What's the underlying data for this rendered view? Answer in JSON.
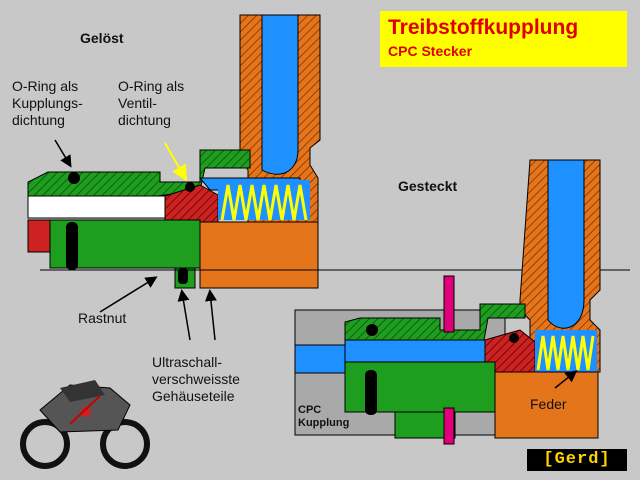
{
  "title": {
    "main": "Treibstoffkupplung",
    "sub": "CPC Stecker"
  },
  "labels": {
    "geloest": "Gelöst",
    "gesteckt": "Gesteckt",
    "oring_kupplung": "O-Ring als\nKupplungs-\ndichtung",
    "oring_ventil": "O-Ring als\nVentil-\ndichtung",
    "rastnut": "Rastnut",
    "ultraschall": "Ultraschall-\nverschweisste\nGehäuseteile",
    "feder": "Feder",
    "cpc_kupplung": "CPC\nKupplung"
  },
  "logo": "[Gerd]",
  "colors": {
    "background": "#c8c8c8",
    "housing_green": "#1e9e1e",
    "fuel_blue": "#1e90ff",
    "body_orange": "#e5751a",
    "hatch_red": "#cc2222",
    "spring_yellow": "#ffff00",
    "title_yellow": "#ffff00",
    "title_red": "#e00000",
    "coupling_grey": "#a9a9a9",
    "magenta": "#e0007a"
  }
}
